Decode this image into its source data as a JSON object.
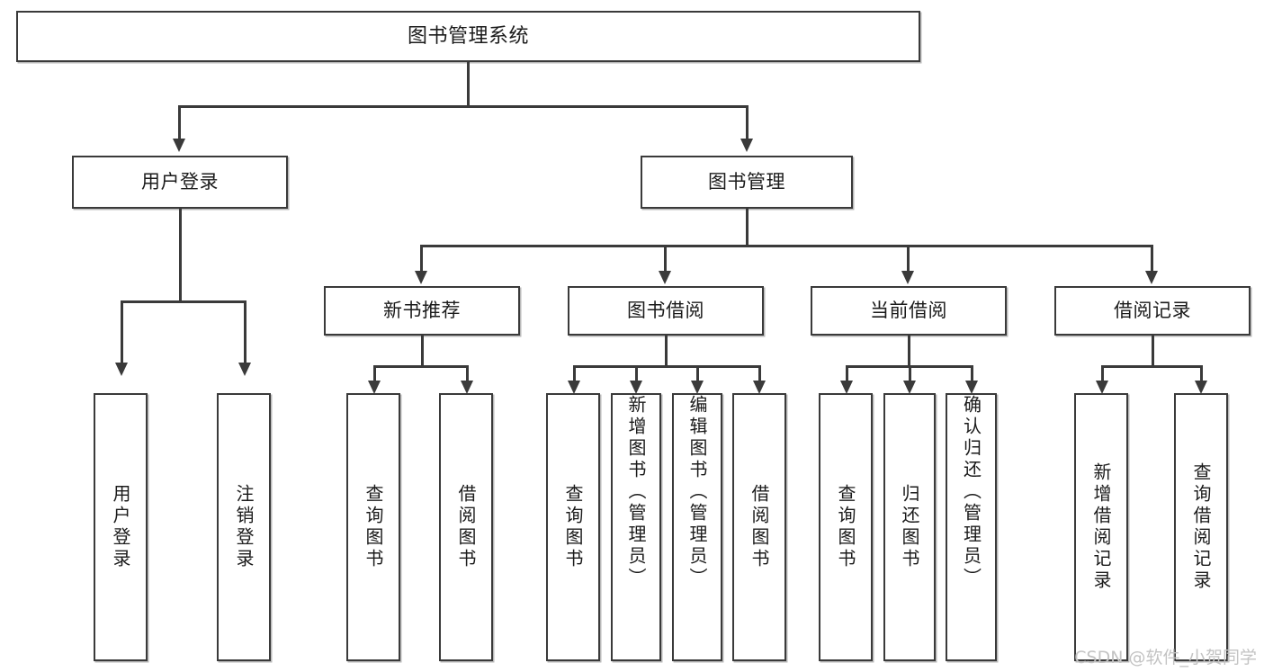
{
  "diagram": {
    "type": "tree",
    "title": "图书管理系统",
    "root": {
      "label": "图书管理系统"
    },
    "level2": [
      {
        "label": "用户登录"
      },
      {
        "label": "图书管理"
      }
    ],
    "level3": [
      {
        "label": "新书推荐"
      },
      {
        "label": "图书借阅"
      },
      {
        "label": "当前借阅"
      },
      {
        "label": "借阅记录"
      }
    ],
    "leaves": {
      "user_login": [
        {
          "label": "用户登录"
        },
        {
          "label": "注销登录"
        }
      ],
      "new_book_recommend": [
        {
          "label": "查询图书"
        },
        {
          "label": "借阅图书"
        }
      ],
      "book_borrow": [
        {
          "label": "查询图书"
        },
        {
          "label": "新增图书（管理员）"
        },
        {
          "label": "编辑图书（管理员）"
        },
        {
          "label": "借阅图书"
        }
      ],
      "current_borrow": [
        {
          "label": "查询图书"
        },
        {
          "label": "归还图书"
        },
        {
          "label": "确认归还（管理员）"
        }
      ],
      "borrow_record": [
        {
          "label": "新增借阅记录"
        },
        {
          "label": "查询借阅记录"
        }
      ]
    }
  },
  "watermark": {
    "text": "CSDN @软件_小贺同学"
  },
  "colors": {
    "stroke": "#3a3a3a",
    "fill": "#ffffff",
    "text": "#1b1b1b",
    "watermark": "#c3c3c3"
  }
}
